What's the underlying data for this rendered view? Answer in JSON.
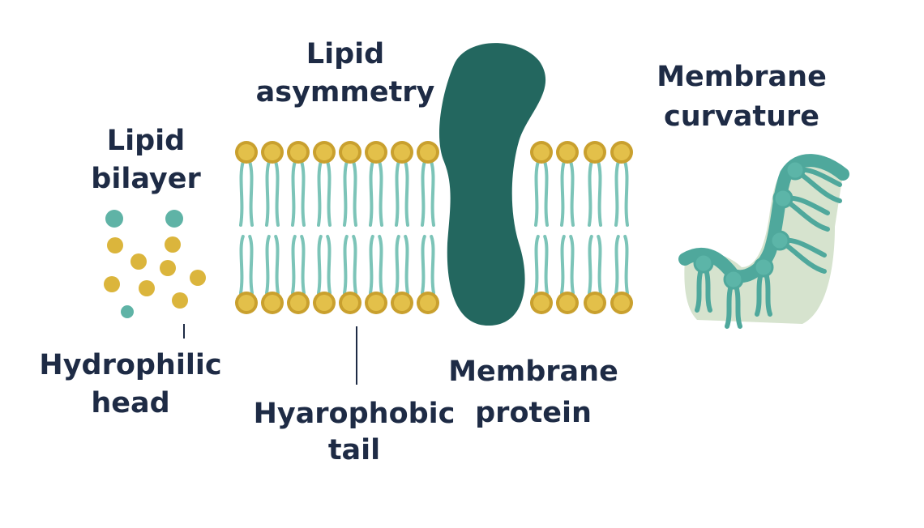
{
  "labels": {
    "lipid_asymmetry": [
      "Lipid",
      "asymmetry"
    ],
    "lipid_bilayer": [
      "Lipid",
      "bilayer"
    ],
    "hydrophilic_head": [
      "Hydrophilic",
      "head"
    ],
    "hydrophobic_tail": [
      "Hyarophobic",
      "tail"
    ],
    "membrane_protein": [
      "Membrane",
      "protein"
    ],
    "membrane_curvature": [
      "Membrane",
      "curvature"
    ]
  },
  "colors": {
    "head_outer": "#c9a02e",
    "head_inner": "#e3c04a",
    "tail": "#7cc4b8",
    "protein": "#23675f",
    "curvature": "#4fa89c",
    "curvature_fill": "#d6e3ce",
    "text": "#1e2b45"
  }
}
